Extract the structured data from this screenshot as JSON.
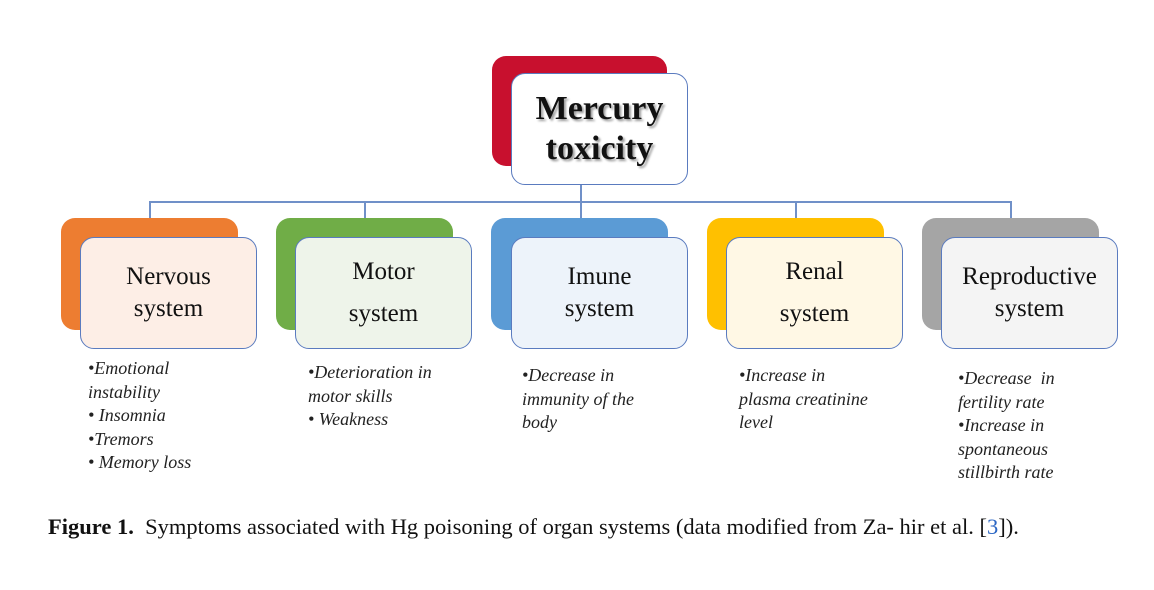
{
  "root": {
    "line1": "Mercury",
    "line2": "toxicity",
    "color": "#c8102e"
  },
  "systems": [
    {
      "line1": "Nervous",
      "line2": "system",
      "color": "#ed7d31",
      "fill": "#fdeee6",
      "symptoms": [
        "•Emotional",
        "instability",
        "• Insomnia",
        "•Tremors",
        "• Memory loss"
      ]
    },
    {
      "line1": "Motor",
      "line2": "system",
      "color": "#70ad47",
      "fill": "#eef4ea",
      "symptoms": [
        "•Deterioration in",
        "motor skills",
        "• Weakness"
      ]
    },
    {
      "line1": "Imune",
      "line2": "system",
      "color": "#5b9bd5",
      "fill": "#edf3fa",
      "symptoms": [
        "•Decrease in",
        "immunity of the",
        "body"
      ]
    },
    {
      "line1": "Renal",
      "line2": "system",
      "color": "#ffc000",
      "fill": "#fff8e5",
      "symptoms": [
        "•Increase in",
        "plasma creatinine",
        "level"
      ]
    },
    {
      "line1": "Reproductive",
      "line2": "system",
      "color": "#a5a5a5",
      "fill": "#f4f4f4",
      "symptoms": [
        "•Decrease  in",
        "fertility rate",
        "•Increase in",
        "spontaneous",
        "stillbirth rate"
      ]
    }
  ],
  "caption": {
    "label": "Figure 1.",
    "text": "Symptoms associated with Hg poisoning of organ systems (data modified from Za- hir et al. [",
    "ref": "3",
    "end": "])."
  }
}
